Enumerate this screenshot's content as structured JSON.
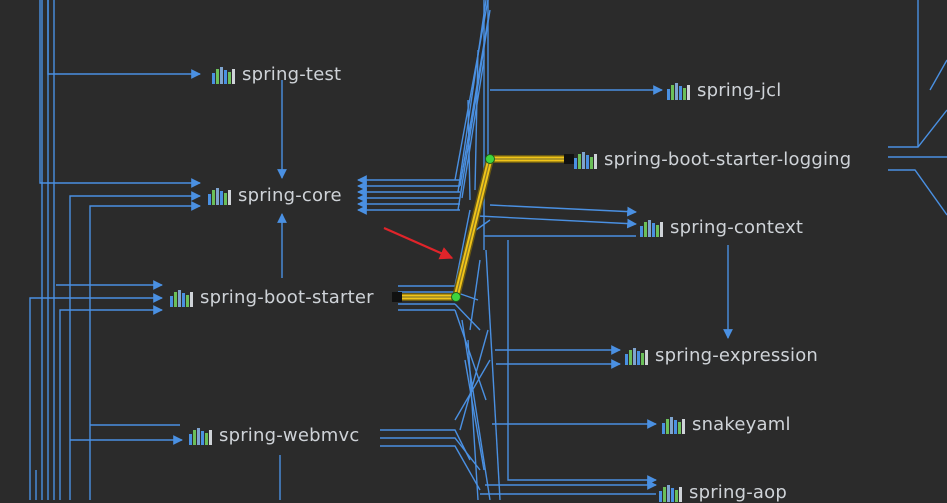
{
  "diagram": {
    "type": "dependency-graph",
    "nodes": [
      {
        "id": "spring-test",
        "label": "spring-test"
      },
      {
        "id": "spring-core",
        "label": "spring-core"
      },
      {
        "id": "spring-boot-starter",
        "label": "spring-boot-starter"
      },
      {
        "id": "spring-webmvc",
        "label": "spring-webmvc"
      },
      {
        "id": "spring-jcl",
        "label": "spring-jcl"
      },
      {
        "id": "spring-boot-starter-logging",
        "label": "spring-boot-starter-logging"
      },
      {
        "id": "spring-context",
        "label": "spring-context"
      },
      {
        "id": "spring-expression",
        "label": "spring-expression"
      },
      {
        "id": "snakeyaml",
        "label": "snakeyaml"
      },
      {
        "id": "spring-aop",
        "label": "spring-aop"
      }
    ],
    "highlighted_edge": {
      "from": "spring-boot-starter",
      "to": "spring-boot-starter-logging"
    },
    "colors": {
      "background": "#2b2b2b",
      "edge": "#4a90e2",
      "highlight": "#f0c419",
      "endpoint": "#3ed53e",
      "annotation_arrow": "#e0242a",
      "label": "#cfd3d8",
      "icon_bars": [
        "#4a90e2",
        "#6bbf59",
        "#7fa4cf",
        "#cfd3d8"
      ]
    },
    "icon": "module-bars-icon"
  }
}
